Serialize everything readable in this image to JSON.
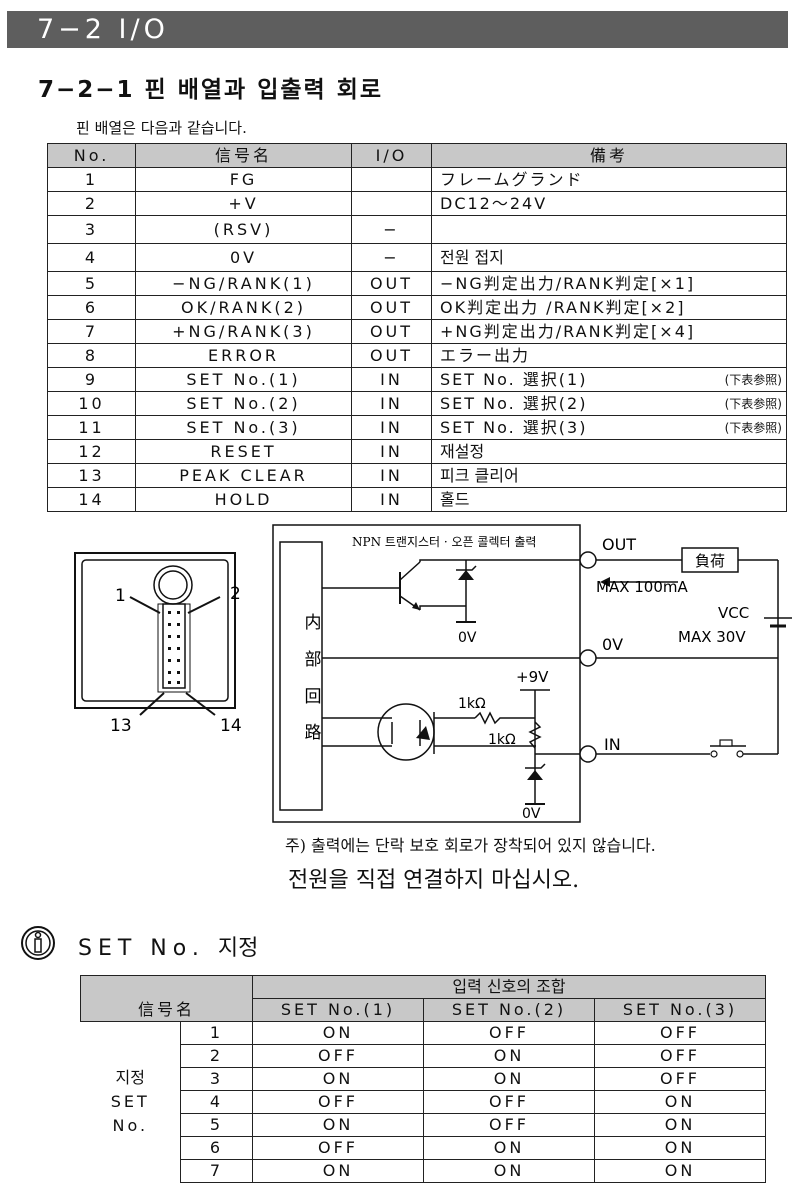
{
  "section_banner": "7−2 I/O",
  "subsection_title": "7−2−1 핀 배열과 입출력 회로",
  "intro_text": "핀 배열은 다음과 같습니다.",
  "pin_table": {
    "headers": [
      "No.",
      "信号名",
      "I/O",
      "備考"
    ],
    "rows": [
      {
        "no": "1",
        "signal": "FG",
        "io": "",
        "remark": "フレームグランド",
        "note": ""
      },
      {
        "no": "2",
        "signal": "+V",
        "io": "",
        "remark": "DC12〜24V",
        "note": ""
      },
      {
        "no": "3",
        "signal": "(RSV)",
        "io": "−",
        "remark": "",
        "note": ""
      },
      {
        "no": "4",
        "signal": "0V",
        "io": "−",
        "remark": "전원 접지",
        "note": ""
      },
      {
        "no": "5",
        "signal": "−NG/RANK(1)",
        "io": "OUT",
        "remark": "−NG判定出力/RANK判定[×1]",
        "note": ""
      },
      {
        "no": "6",
        "signal": "OK/RANK(2)",
        "io": "OUT",
        "remark": "OK判定出力 /RANK判定[×2]",
        "note": ""
      },
      {
        "no": "7",
        "signal": "+NG/RANK(3)",
        "io": "OUT",
        "remark": "+NG判定出力/RANK判定[×4]",
        "note": ""
      },
      {
        "no": "8",
        "signal": "ERROR",
        "io": "OUT",
        "remark": "エラー出力",
        "note": ""
      },
      {
        "no": "9",
        "signal": "SET No.(1)",
        "io": "IN",
        "remark": "SET No. 選択(1)",
        "note": "(下表参照)"
      },
      {
        "no": "10",
        "signal": "SET No.(2)",
        "io": "IN",
        "remark": "SET No. 選択(2)",
        "note": "(下表参照)"
      },
      {
        "no": "11",
        "signal": "SET No.(3)",
        "io": "IN",
        "remark": "SET No. 選択(3)",
        "note": "(下表参照)"
      },
      {
        "no": "12",
        "signal": "RESET",
        "io": "IN",
        "remark": "재설정",
        "note": ""
      },
      {
        "no": "13",
        "signal": "PEAK CLEAR",
        "io": "IN",
        "remark": "피크 클리어",
        "note": ""
      },
      {
        "no": "14",
        "signal": "HOLD",
        "io": "IN",
        "remark": "홀드",
        "note": ""
      }
    ]
  },
  "connector": {
    "pin_1": "1",
    "pin_2": "2",
    "pin_13": "13",
    "pin_14": "14"
  },
  "circuit": {
    "caption": "NPN 트랜지스터 · 오픈 콜렉터 출력",
    "internal_label": [
      "内",
      "部",
      "回",
      "路"
    ],
    "out": "OUT",
    "load": "負荷",
    "max_current": "MAX 100mA",
    "vcc": "VCC",
    "max_voltage": "MAX 30V",
    "zero_v_terminal": "0V",
    "zero_v_top": "0V",
    "zero_v_bottom": "0V",
    "plus9v": "+9V",
    "r1": "1kΩ",
    "r2": "1kΩ",
    "in": "IN"
  },
  "note_line1": "주) 출력에는 단락 보호 회로가 장착되어 있지 않습니다.",
  "note_line2": "전원을 직접 연결하지 마십시오.",
  "info_icon": "info-icon",
  "set_section_title_en": "SET No.",
  "set_section_title_ko": "지정",
  "set_table": {
    "group_header": "입력 신호의 조합",
    "signal_header": "信号名",
    "col_headers": [
      "SET No.(1)",
      "SET No.(2)",
      "SET No.(3)"
    ],
    "row_label": [
      "지정",
      "SET",
      "No."
    ],
    "rows": [
      {
        "no": "1",
        "v": [
          "ON",
          "OFF",
          "OFF"
        ]
      },
      {
        "no": "2",
        "v": [
          "OFF",
          "ON",
          "OFF"
        ]
      },
      {
        "no": "3",
        "v": [
          "ON",
          "ON",
          "OFF"
        ]
      },
      {
        "no": "4",
        "v": [
          "OFF",
          "OFF",
          "ON"
        ]
      },
      {
        "no": "5",
        "v": [
          "ON",
          "OFF",
          "ON"
        ]
      },
      {
        "no": "6",
        "v": [
          "OFF",
          "ON",
          "ON"
        ]
      },
      {
        "no": "7",
        "v": [
          "ON",
          "ON",
          "ON"
        ]
      }
    ]
  }
}
